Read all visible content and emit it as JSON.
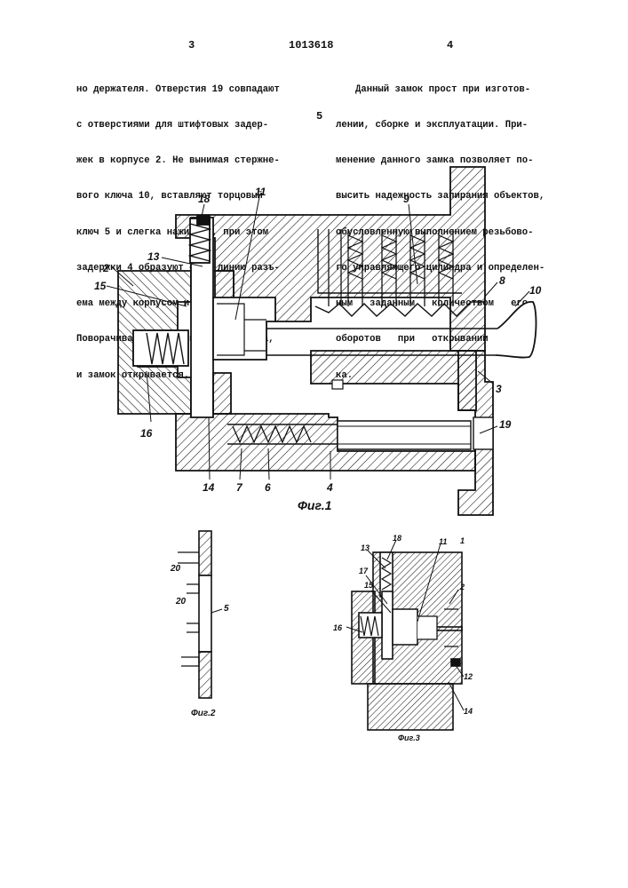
{
  "header": {
    "page_left": "3",
    "patent_number": "1013618",
    "page_right": "4"
  },
  "left_column": [
    "но держателя. Отверстия 19 совпадают",
    "с отверстиями для штифтовых задер-",
    "жек в корпусе 2. Не вынимая стержне-",
    "вого ключа 10, вставляют торцовый",
    "ключ 5 и слегка нажимают, при этом",
    "задержки 4 образуют одну линию разъ-",
    "ема между корпусом и держателем.",
    "Поворачивают ключ 5 на два оборота,",
    "и замок открывается."
  ],
  "line_marker": "5",
  "right_column": [
    "Данный замок прост при изготов-",
    "лении, сборке и эксплуатации. При-",
    "менение данного замка позволяет по-",
    "высить надежность запирания объектов,",
    "обусловленную выполнением резьбово-",
    "го управляющего цилиндра и определен-",
    "ным   заданным   количеством   его",
    "оборотов   при   открывании   зам-",
    "ка."
  ],
  "figures": {
    "fig1": {
      "caption": "Фиг.1",
      "labels": [
        "18",
        "11",
        "9",
        "13",
        "2",
        "15",
        "8",
        "10",
        "3",
        "16",
        "19",
        "14",
        "7",
        "6",
        "4"
      ]
    },
    "fig2": {
      "caption": "Фиг.2",
      "labels": [
        "20",
        "20",
        "5"
      ]
    },
    "fig3": {
      "caption": "Фиг.3",
      "labels": [
        "13",
        "18",
        "11",
        "1",
        "17",
        "15",
        "2",
        "16",
        "12",
        "14"
      ]
    }
  }
}
